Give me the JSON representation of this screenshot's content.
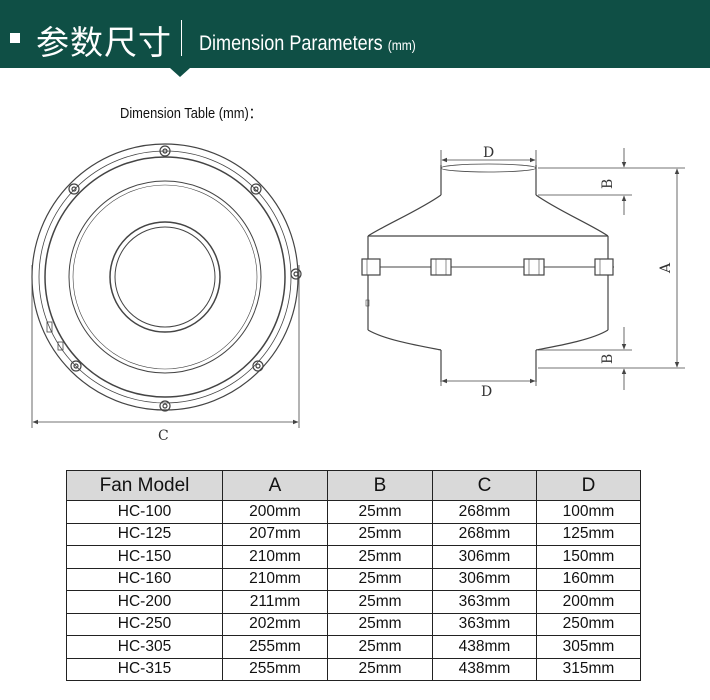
{
  "header": {
    "title_cn": "参数尺寸",
    "title_en": "Dimension Parameters",
    "title_unit": "(mm)"
  },
  "table_label": "Dimension Table (mm)：",
  "drawing_labels": {
    "c": "C",
    "d_top": "D",
    "d_bottom": "D",
    "b_top": "B",
    "b_bottom": "B",
    "a": "A"
  },
  "table": {
    "headers": [
      "Fan Model",
      "A",
      "B",
      "C",
      "D"
    ],
    "rows": [
      [
        "HC-100",
        "200mm",
        "25mm",
        "268mm",
        "100mm"
      ],
      [
        "HC-125",
        "207mm",
        "25mm",
        "268mm",
        "125mm"
      ],
      [
        "HC-150",
        "210mm",
        "25mm",
        "306mm",
        "150mm"
      ],
      [
        "HC-160",
        "210mm",
        "25mm",
        "306mm",
        "160mm"
      ],
      [
        "HC-200",
        "211mm",
        "25mm",
        "363mm",
        "200mm"
      ],
      [
        "HC-250",
        "202mm",
        "25mm",
        "363mm",
        "250mm"
      ],
      [
        "HC-305",
        "255mm",
        "25mm",
        "438mm",
        "305mm"
      ],
      [
        "HC-315",
        "255mm",
        "25mm",
        "438mm",
        "315mm"
      ]
    ]
  },
  "colors": {
    "header_bg": "#0f4f45",
    "table_header_bg": "#d9d9d9"
  }
}
